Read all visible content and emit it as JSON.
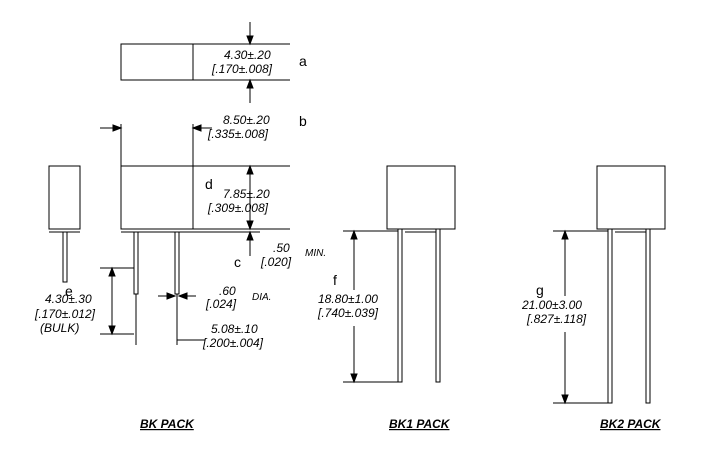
{
  "dimensions": {
    "a": {
      "letter": "a",
      "metric": "4.30±.20",
      "imperial": "[.170±.008]"
    },
    "b": {
      "letter": "b",
      "metric": "8.50±.20",
      "imperial": "[.335±.008]"
    },
    "d": {
      "letter": "d",
      "metric": "7.85±.20",
      "imperial": "[.309±.008]"
    },
    "c": {
      "letter": "c",
      "metric": ".50",
      "imperial": "[.020]",
      "suffix": "MIN."
    },
    "dia": {
      "metric": ".60",
      "imperial": "[.024]",
      "suffix": "DIA."
    },
    "e": {
      "letter": "e",
      "metric": "4.30±.30",
      "imperial": "[.170±.012]",
      "note": "(BULK)"
    },
    "pitch": {
      "metric": "5.08±.10",
      "imperial": "[.200±.004]"
    },
    "f": {
      "letter": "f",
      "metric": "18.80±1.00",
      "imperial": "[.740±.039]"
    },
    "g": {
      "letter": "g",
      "metric": "21.00±3.00",
      "imperial": "[.827±.118]"
    }
  },
  "packs": {
    "bk": "BK PACK",
    "bk1": "BK1 PACK",
    "bk2": "BK2 PACK"
  }
}
